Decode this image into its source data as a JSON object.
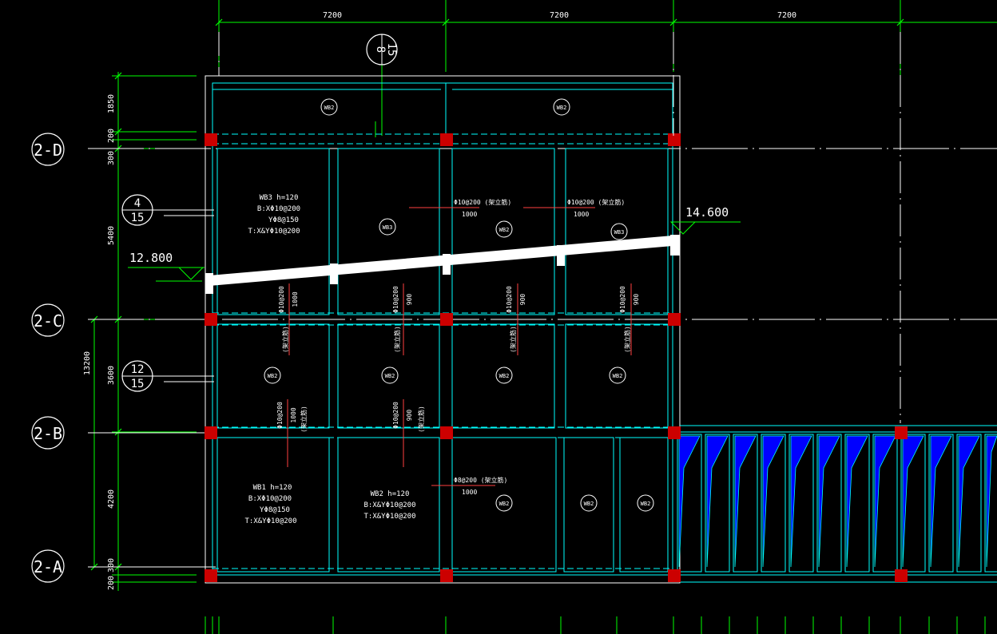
{
  "colors": {
    "background": "#000000",
    "dimension": "#00ff00",
    "outline": "#00ffff",
    "text": "#ffffff",
    "column": "#cc0000",
    "axis": "#ffffff",
    "fill": "#0000ff"
  },
  "top_dims": [
    "7200",
    "7200",
    "7200"
  ],
  "left_dims": [
    "1850",
    "200",
    "300",
    "5400",
    "3600",
    "4200",
    "300",
    "200"
  ],
  "total_dim": "13200",
  "axes": [
    {
      "label": "2-D"
    },
    {
      "label": "2-C"
    },
    {
      "label": "2-B"
    },
    {
      "label": "2-A"
    }
  ],
  "section_marks": [
    {
      "top": "8",
      "bottom": "15"
    },
    {
      "top": "4",
      "bottom": "15"
    },
    {
      "top": "12",
      "bottom": "15"
    }
  ],
  "elevations": [
    "12.800",
    "14.600"
  ],
  "slab_tags": {
    "wb1": "WB1",
    "wb2": "WB2",
    "wb3": "WB3"
  },
  "slab_notes": {
    "wb3": [
      "WB3  h=120",
      "B:XΦ10@200",
      "YΦ8@150",
      "T:X&YΦ10@200"
    ],
    "wb1": [
      "WB1  h=120",
      "B:XΦ10@200",
      "YΦ8@150",
      "T:X&YΦ10@200"
    ],
    "wb2": [
      "WB2  h=120",
      "B:X&YΦ10@200",
      "T:X&YΦ10@200"
    ]
  },
  "rebar_labels": {
    "phi10_200_note": "Φ10@200 (架立筋)",
    "phi8_200_note": "Φ8@200 (架立筋)",
    "phi10_200": "Φ10@200",
    "phi8_200": "Φ8@200",
    "len_1000": "1000",
    "len_900": "900",
    "note": "(架立筋)"
  }
}
